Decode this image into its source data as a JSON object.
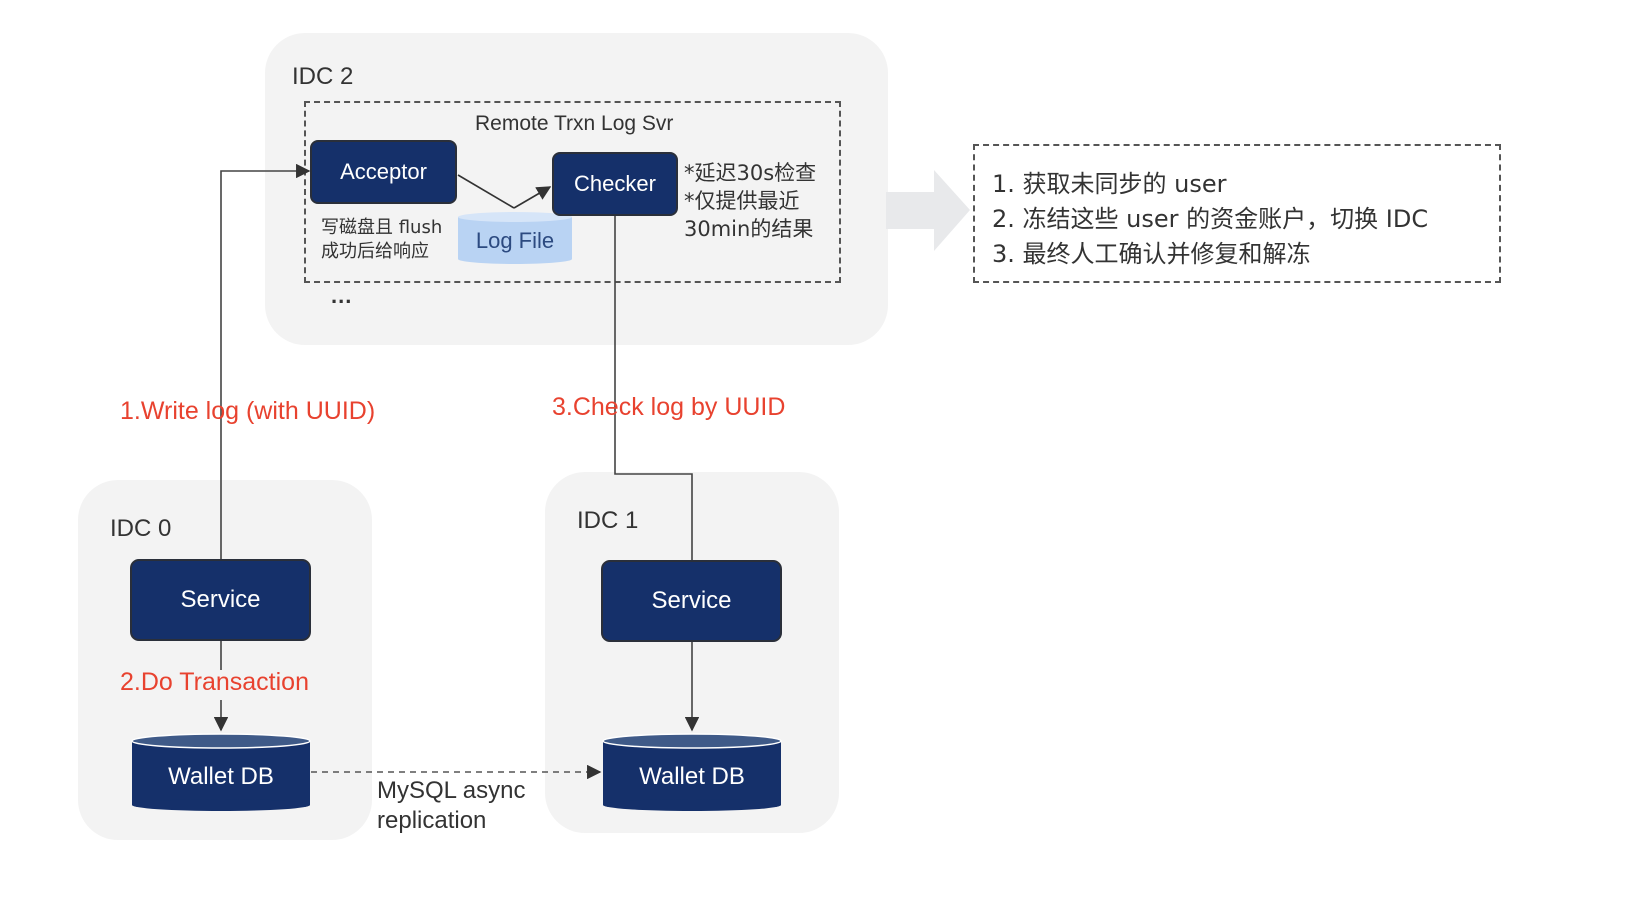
{
  "zones": {
    "idc2": "IDC 2",
    "idc0": "IDC 0",
    "idc1": "IDC 1"
  },
  "remote_svr": {
    "title": "Remote Trxn Log Svr",
    "acceptor": "Acceptor",
    "checker": "Checker",
    "log_file": "Log File",
    "acceptor_note_1": "写磁盘且 flush",
    "acceptor_note_2": "成功后给响应",
    "checker_note_1": "*延迟30s检查",
    "checker_note_2": "*仅提供最近",
    "checker_note_3": "30min的结果",
    "ellipsis": "..."
  },
  "idc0": {
    "service": "Service",
    "wallet_db": "Wallet DB"
  },
  "idc1": {
    "service": "Service",
    "wallet_db": "Wallet DB"
  },
  "edges": {
    "write_log": "1.Write log (with UUID)",
    "do_transaction": "2.Do Transaction",
    "check_log": "3.Check log by UUID",
    "replication_1": "MySQL async",
    "replication_2": "replication"
  },
  "actions": {
    "line1": "1. 获取未同步的 user",
    "line2": "2. 冻结这些 user 的资金账户，切换 IDC",
    "line3": "3. 最终人工确认并修复和解冻"
  },
  "colors": {
    "node_fill": "#15306a",
    "zone_fill": "#f3f3f3",
    "edge_label": "#e8422f",
    "log_file_fill": "#b9d3f3"
  }
}
